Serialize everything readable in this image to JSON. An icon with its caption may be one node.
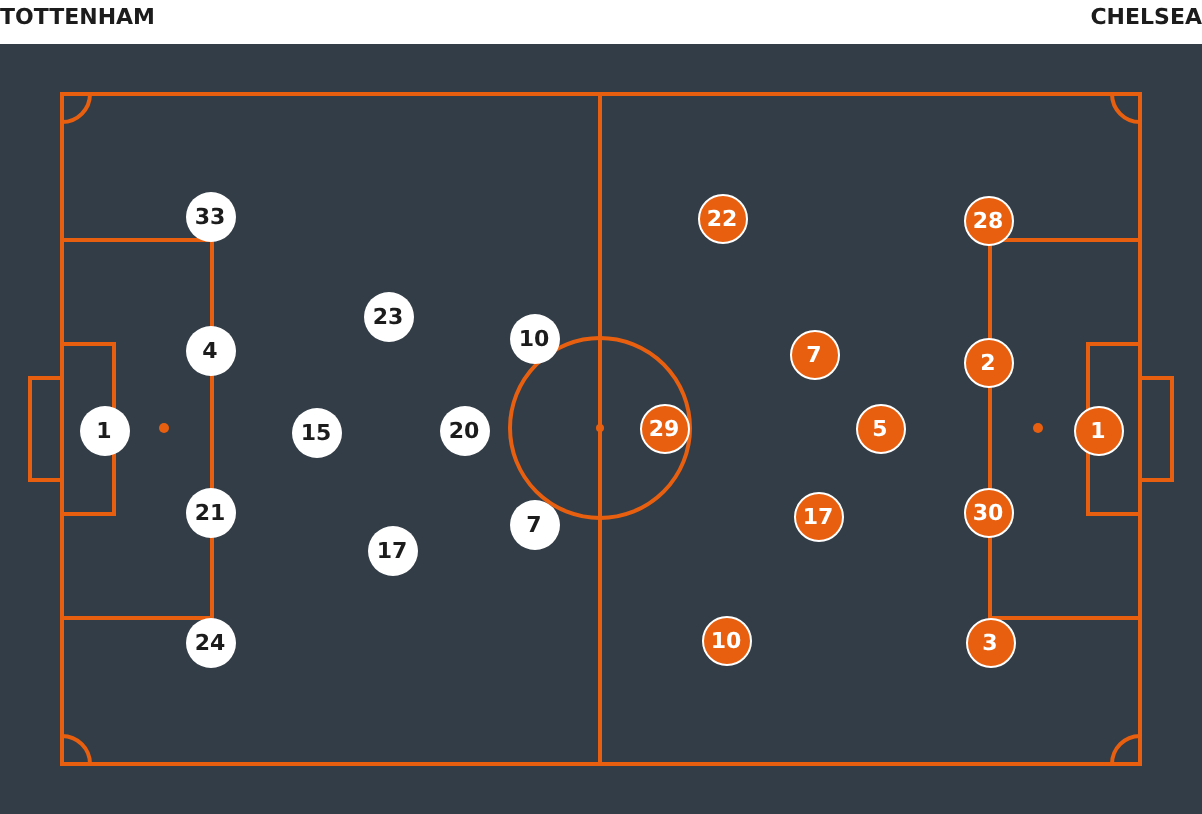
{
  "diagram": {
    "nodes": [
      {
        "text": [
          "33"
        ]
      },
      {
        "text": [
          "4"
        ]
      },
      {
        "text": [
          "1"
        ]
      },
      {
        "text": [
          "21"
        ]
      },
      {
        "text": [
          "24"
        ]
      },
      {
        "text": [
          "23"
        ]
      },
      {
        "text": [
          "15"
        ]
      },
      {
        "text": [
          "17"
        ]
      },
      {
        "text": [
          "20"
        ]
      },
      {
        "text": [
          "10"
        ]
      },
      {
        "text": [
          "7"
        ]
      },
      {
        "text": [
          "29"
        ]
      },
      {
        "text": [
          "22"
        ]
      },
      {
        "text": [
          "7"
        ]
      },
      {
        "text": [
          "5"
        ]
      },
      {
        "text": [
          "17"
        ]
      },
      {
        "text": [
          "10"
        ]
      },
      {
        "text": [
          "28"
        ]
      },
      {
        "text": [
          "2"
        ]
      },
      {
        "text": [
          "30"
        ]
      },
      {
        "text": [
          "3"
        ]
      },
      {
        "text": [
          "1"
        ]
      }
    ],
    "labels": [
      "TOTTENHAM",
      "CHELSEA"
    ]
  }
}
